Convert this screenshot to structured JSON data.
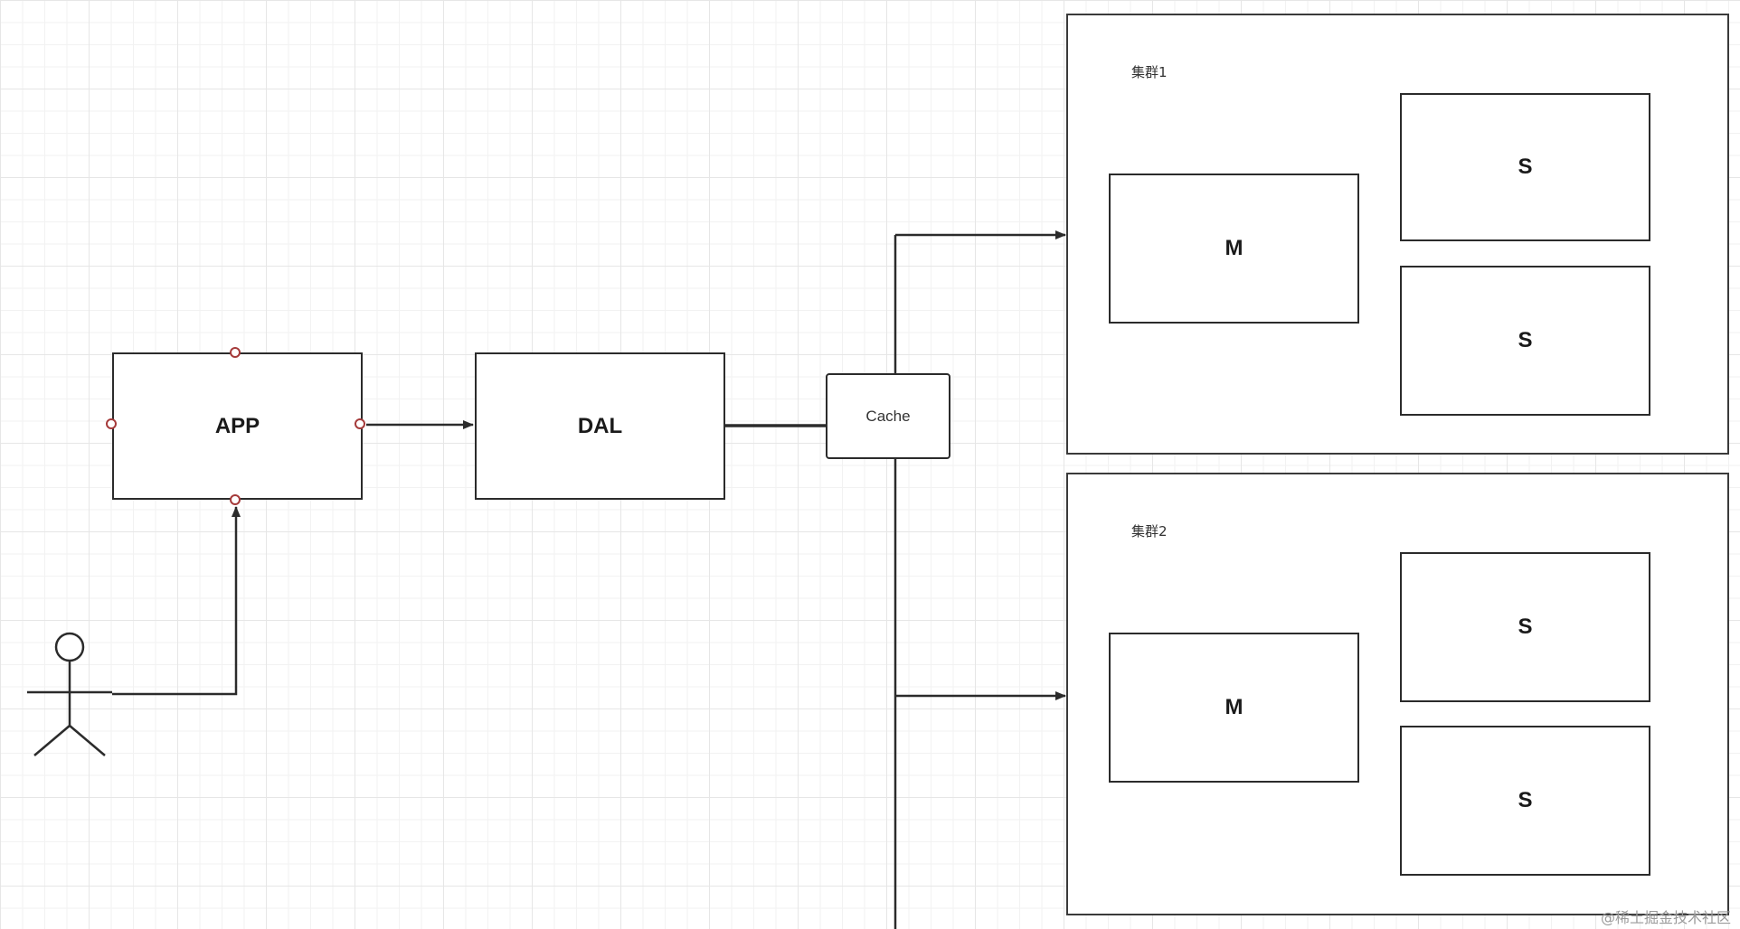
{
  "nodes": {
    "app": "APP",
    "dal": "DAL",
    "cache": "Cache"
  },
  "clusters": [
    {
      "title": "集群1",
      "master": "M",
      "slaves": [
        "S",
        "S"
      ]
    },
    {
      "title": "集群2",
      "master": "M",
      "slaves": [
        "S",
        "S"
      ]
    }
  ],
  "watermark": "@稀土掘金技术社区",
  "colors": {
    "stroke": "#2b2b2b",
    "handle": "#a53a3a",
    "grid": "#e6e6e6"
  },
  "icons": [
    "actor-icon",
    "connection-handle-icon",
    "arrowhead-icon"
  ]
}
